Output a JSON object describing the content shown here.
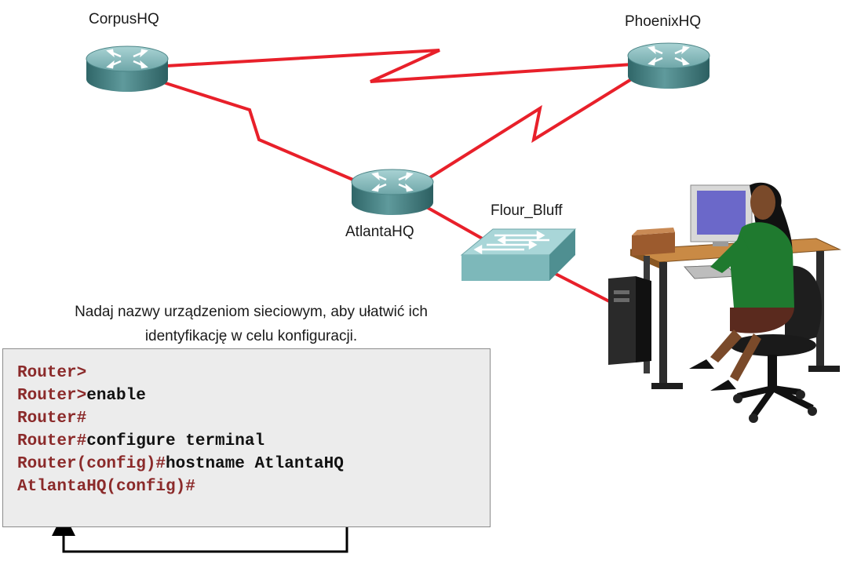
{
  "devices": {
    "corpus": {
      "name": "CorpusHQ"
    },
    "phoenix": {
      "name": "PhoenixHQ"
    },
    "atlanta": {
      "name": "AtlantaHQ"
    },
    "switch": {
      "name": "Flour_Bluff"
    }
  },
  "caption": {
    "line1": "Nadaj nazwy urządzeniom sieciowym, aby ułatwić ich",
    "line2": "identyfikację w celu konfiguracji."
  },
  "terminal": {
    "lines": [
      {
        "prompt": "Router>",
        "cmd": ""
      },
      {
        "prompt": "Router>",
        "cmd": "enable"
      },
      {
        "prompt": "Router#",
        "cmd": ""
      },
      {
        "prompt": "Router#",
        "cmd": "configure terminal"
      },
      {
        "prompt": "Router(config)#",
        "cmd": "hostname AtlantaHQ"
      },
      {
        "prompt": "AtlantaHQ(config)#",
        "cmd": ""
      }
    ]
  },
  "colors": {
    "link": "#e8202a",
    "router": "#4f8a8c",
    "switch": "#8fc7c9",
    "prompt": "#8b2a2a",
    "highlight": "#f0a020"
  },
  "icons": [
    "router-icon",
    "switch-icon",
    "workstation-illustration",
    "arrow-up-icon"
  ]
}
